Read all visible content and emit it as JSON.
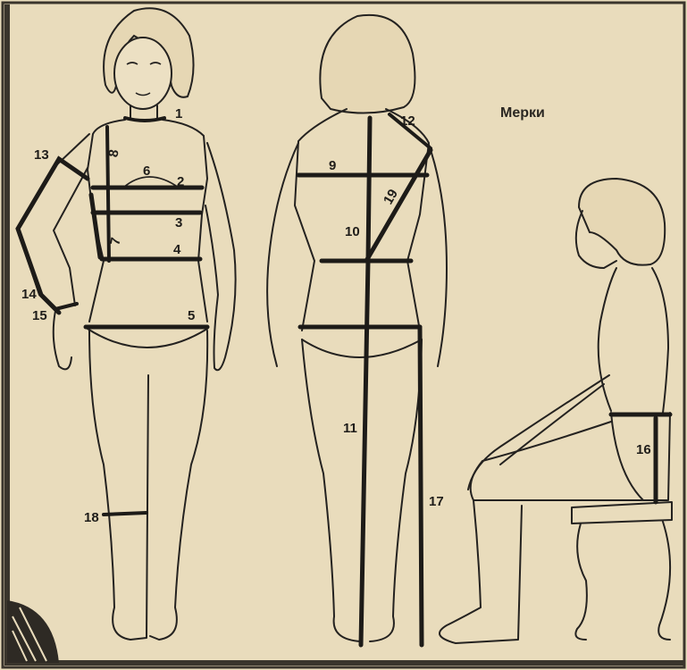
{
  "title": "Мерки",
  "labels": {
    "l1": "1",
    "l2": "2",
    "l3": "3",
    "l4": "4",
    "l5": "5",
    "l6": "6",
    "l7": "7",
    "l8": "8",
    "l9": "9",
    "l10": "10",
    "l11": "11",
    "l12": "12",
    "l13": "13",
    "l14": "14",
    "l15": "15",
    "l16": "16",
    "l17": "17",
    "l18": "18",
    "l19": "19"
  },
  "colors": {
    "paper": "#e9dcbc",
    "ink": "#1d1b18"
  }
}
